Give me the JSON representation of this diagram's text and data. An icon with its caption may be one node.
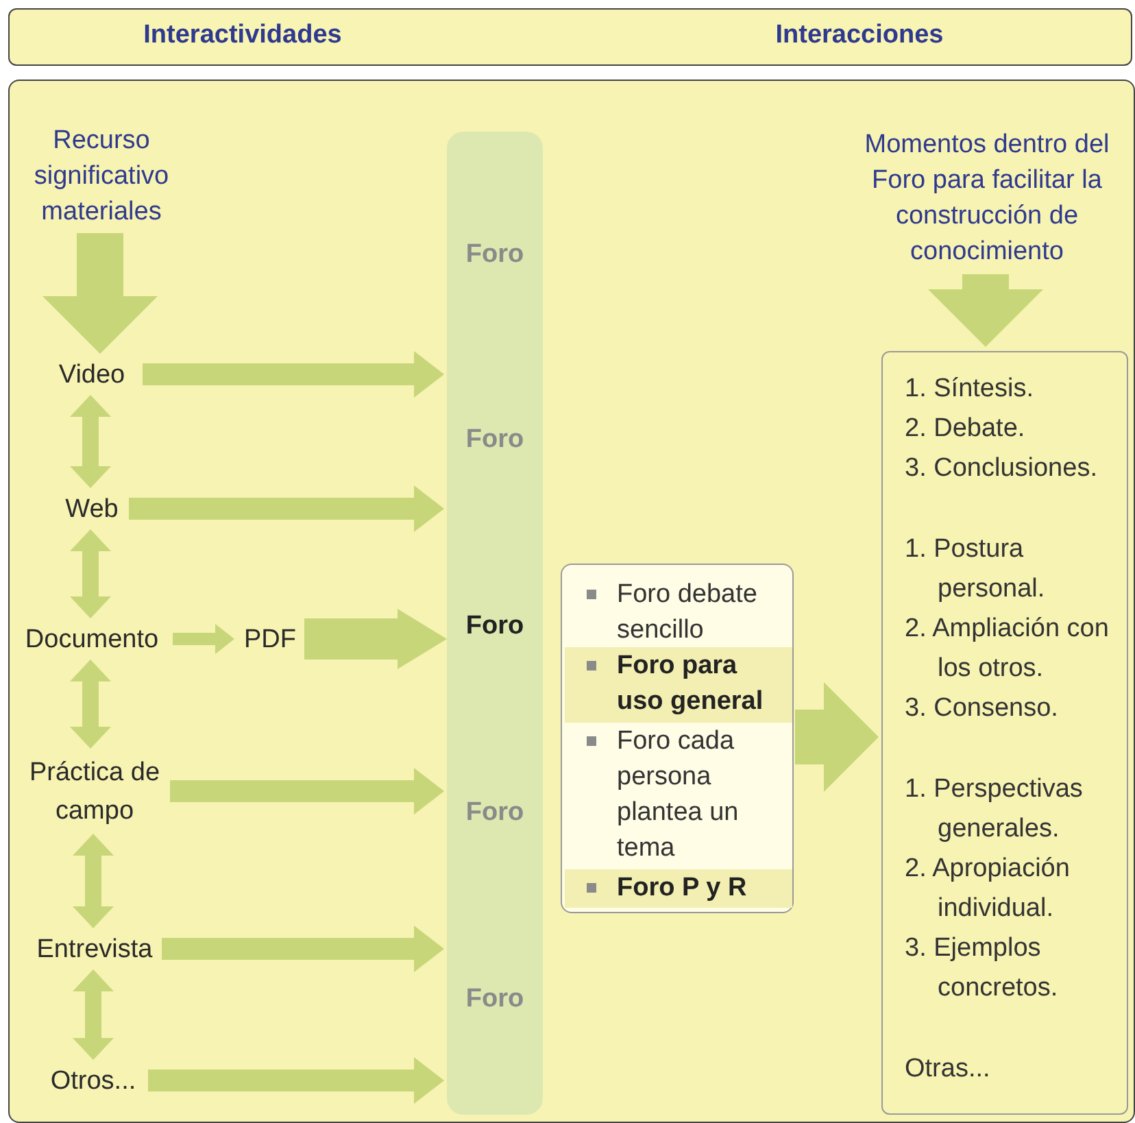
{
  "diagram": {
    "nodes": [
      {
        "text": [
          "Interactividades",
          "Interacciones"
        ]
      },
      {
        "text": [],
        "shape": "box"
      },
      {
        "text": [
          "Recurso significativo materiales"
        ],
        "in": 1
      },
      {
        "text": [
          "Video"
        ],
        "in": 1
      },
      {
        "text": [
          "Web"
        ],
        "in": 1
      },
      {
        "text": [
          "Documento"
        ],
        "in": 1
      },
      {
        "text": [
          "Práctica de campo"
        ],
        "in": 1
      },
      {
        "text": [
          "Entrevista"
        ],
        "in": 1
      },
      {
        "text": [
          "Otros..."
        ],
        "in": 1
      },
      {
        "text": [
          "PDF"
        ],
        "in": 1
      },
      {
        "text": [],
        "shape": "bar",
        "in": 1
      },
      {
        "text": [
          "Foro"
        ],
        "in": 10
      },
      {
        "text": [
          "Foro"
        ],
        "in": 10
      },
      {
        "text": [
          "Foro"
        ],
        "in": 10
      },
      {
        "text": [
          "Foro"
        ],
        "in": 10
      },
      {
        "text": [
          "Foro"
        ],
        "in": 10
      },
      {
        "text": [],
        "shape": "box",
        "in": 1
      },
      {
        "text": [
          "Foro debate sencillo"
        ],
        "in": 16
      },
      {
        "text": [
          "Foro para uso general"
        ],
        "in": 16
      },
      {
        "text": [
          "Foro cada persona plantea un tema"
        ],
        "in": 16
      },
      {
        "text": [
          "Foro P y R"
        ],
        "in": 16
      },
      {
        "text": [
          "Momentos dentro del Foro para facilitar la construcción de conocimiento"
        ],
        "in": 1
      },
      {
        "text": [
          "1. Síntesis.",
          "2. Debate.",
          "3. Conclusiones.",
          "1. Postura personal.",
          "2. Ampliación con los otros.",
          "3. Consenso.",
          "1. Perspectivas generales.",
          "2. Apropiación individual.",
          "3. Ejemplos concretos.",
          "Otras..."
        ],
        "in": 1
      }
    ],
    "edges": [
      {
        "from": 2,
        "to": 3,
        "arrow": "to",
        "style": "thick"
      },
      {
        "from": 3,
        "to": 4,
        "arrow": "both"
      },
      {
        "from": 4,
        "to": 5,
        "arrow": "both"
      },
      {
        "from": 5,
        "to": 6,
        "arrow": "both"
      },
      {
        "from": 6,
        "to": 7,
        "arrow": "both"
      },
      {
        "from": 7,
        "to": 8,
        "arrow": "both"
      },
      {
        "from": 3,
        "to": 10,
        "arrow": "to"
      },
      {
        "from": 4,
        "to": 10,
        "arrow": "to"
      },
      {
        "from": 5,
        "to": 9,
        "arrow": "to"
      },
      {
        "from": 9,
        "to": 13,
        "arrow": "to",
        "style": "thick"
      },
      {
        "from": 6,
        "to": 10,
        "arrow": "to"
      },
      {
        "from": 7,
        "to": 10,
        "arrow": "to"
      },
      {
        "from": 8,
        "to": 10,
        "arrow": "to"
      },
      {
        "from": 16,
        "to": 22,
        "arrow": "to",
        "style": "thick"
      },
      {
        "from": 21,
        "to": 22,
        "arrow": "to",
        "style": "thick"
      }
    ]
  }
}
